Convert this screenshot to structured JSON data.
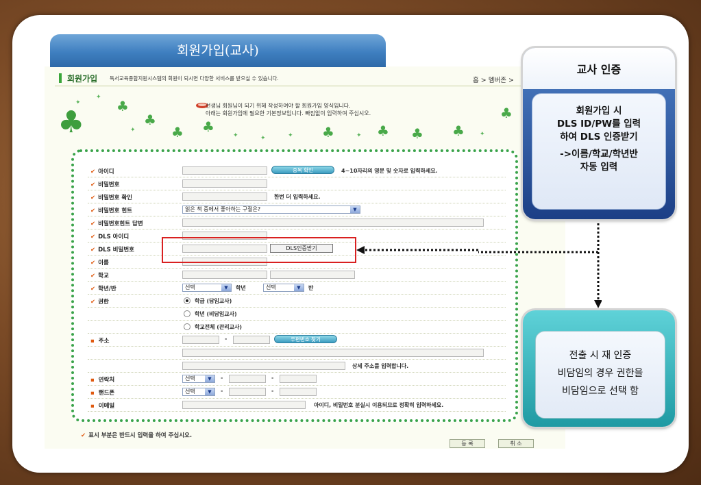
{
  "slide": {
    "title": "회원가입(교사)"
  },
  "header": {
    "name": "회원가입",
    "desc": "독서교육종합지원시스템의 회원이 되시면 다양한 서비스를 받으실 수 있습니다.",
    "breadcrumb": "홈 > 멤버존 >"
  },
  "intro": {
    "line1": "선생님 회원님이 되기 위해 작성하여야 할 회원가입 양식입니다.",
    "line2": "아래는 회원가입에 필요한 기본정보입니다. 빠짐없이 입력하여 주십시오."
  },
  "form": {
    "fields": [
      {
        "label": "아이디",
        "required": true
      },
      {
        "label": "비밀번호",
        "required": true
      },
      {
        "label": "비밀번호 확인",
        "required": true
      },
      {
        "label": "비밀번호 힌트",
        "required": true
      },
      {
        "label": "비밀번호힌트 답변",
        "required": true
      },
      {
        "label": "DLS 아이디",
        "required": true
      },
      {
        "label": "DLS 비밀번호",
        "required": true
      },
      {
        "label": "이름",
        "required": true
      },
      {
        "label": "학교",
        "required": true
      },
      {
        "label": "학년/반",
        "required": true
      },
      {
        "label": "권한",
        "required": true
      },
      {
        "label": "",
        "required": false
      },
      {
        "label": "",
        "required": false
      },
      {
        "label": "주소",
        "required": false
      },
      {
        "label": "",
        "required": false
      },
      {
        "label": "",
        "required": false
      },
      {
        "label": "연락처",
        "required": false
      },
      {
        "label": "핸드폰",
        "required": false
      },
      {
        "label": "이메일",
        "required": false
      }
    ],
    "dup_check_btn": "중복 확인",
    "id_note": "4~10자리의 영문 및 숫자로 입력하세요.",
    "pw_confirm_note": "한번 더 입력하세요.",
    "hint_selected": "읽은 책 중에서 좋아하는 구절은?",
    "dls_auth_btn": "DLS인증받기",
    "grade_select": "선택",
    "grade_unit": "학년",
    "class_select": "선택",
    "class_unit": "반",
    "role_options": [
      "학급 (담임교사)",
      "학년 (비담임교사)",
      "학교전체 (관리교사)"
    ],
    "zipcode_btn": "우편번호 찾기",
    "address_note": "상세 주소를 입력합니다.",
    "phone_select": "선택",
    "mobile_select": "선택",
    "dash": "-",
    "email_note": "아이디, 비밀번호 분실시 이용되므로 정확히 입력하세요."
  },
  "footer": {
    "note": "표시 부분은 반드시 입력을 하여 주십시오.",
    "register_btn": "등 록",
    "cancel_btn": "취 소"
  },
  "callout_top": {
    "title": "교사 인증",
    "lines": [
      "회원가입 시",
      "DLS ID/PW를 입력",
      "하여 DLS 인증받기",
      "->이름/학교/학년반",
      "자동 입력"
    ]
  },
  "callout_bottom": {
    "lines": [
      "전출 시 재 인증",
      "비담임의 경우 권한을",
      "비담임으로 선택 함"
    ]
  }
}
